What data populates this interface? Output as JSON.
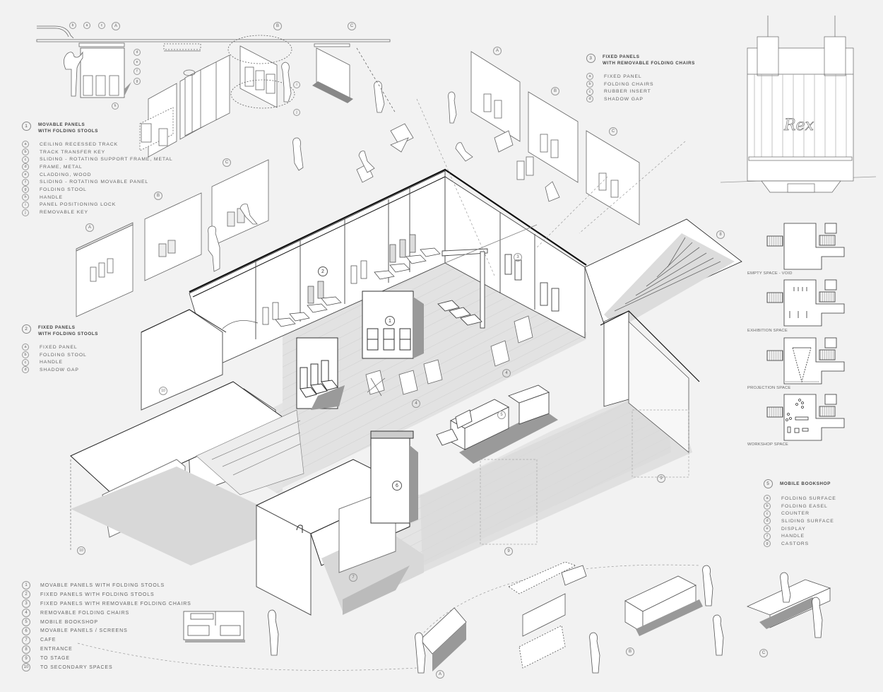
{
  "legend_1": {
    "num": "1",
    "title_line1": "MOVABLE PANELS",
    "title_line2": "WITH FOLDING STOOLS",
    "items": [
      {
        "key": "a",
        "label": "CEILING RECESSED TRACK"
      },
      {
        "key": "b",
        "label": "TRACK TRANSFER KEY"
      },
      {
        "key": "c",
        "label": "SLIDING - ROTATING SUPPORT FRAME, METAL"
      },
      {
        "key": "d",
        "label": "FRAME, METAL"
      },
      {
        "key": "e",
        "label": "CLADDING, WOOD"
      },
      {
        "key": "f",
        "label": "SLIDING - ROTATING MOVABLE PANEL"
      },
      {
        "key": "g",
        "label": "FOLDING STOOL"
      },
      {
        "key": "h",
        "label": "HANDLE"
      },
      {
        "key": "i",
        "label": "PANEL POSITIONING LOCK"
      },
      {
        "key": "j",
        "label": "REMOVABLE KEY"
      }
    ]
  },
  "legend_2": {
    "num": "2",
    "title_line1": "FIXED PANELS",
    "title_line2": "WITH FOLDING STOOLS",
    "items": [
      {
        "key": "a",
        "label": "FIXED PANEL"
      },
      {
        "key": "b",
        "label": "FOLDING STOOL"
      },
      {
        "key": "c",
        "label": "HANDLE"
      },
      {
        "key": "d",
        "label": "SHADOW GAP"
      }
    ]
  },
  "legend_3": {
    "num": "3",
    "title_line1": "FIXED PANELS",
    "title_line2": "WITH REMOVABLE FOLDING CHAIRS",
    "items": [
      {
        "key": "a",
        "label": "FIXED PANEL"
      },
      {
        "key": "b",
        "label": "FOLDING CHAIRS"
      },
      {
        "key": "c",
        "label": "RUBBER INSERT"
      },
      {
        "key": "d",
        "label": "SHADOW GAP"
      }
    ]
  },
  "legend_5": {
    "num": "5",
    "title_line1": "MOBILE BOOKSHOP",
    "items": [
      {
        "key": "a",
        "label": "FOLDING SURFACE"
      },
      {
        "key": "b",
        "label": "FOLDING EASEL"
      },
      {
        "key": "c",
        "label": "COUNTER"
      },
      {
        "key": "d",
        "label": "SLIDING SURFACE"
      },
      {
        "key": "e",
        "label": "DISPLAY"
      },
      {
        "key": "f",
        "label": "HANDLE"
      },
      {
        "key": "g",
        "label": "CASTORS"
      }
    ]
  },
  "key": [
    {
      "num": "1",
      "label": "MOVABLE PANELS WITH FOLDING STOOLS"
    },
    {
      "num": "2",
      "label": "FIXED PANELS WITH FOLDING STOOLS"
    },
    {
      "num": "3",
      "label": "FIXED PANELS WITH REMOVABLE FOLDING CHAIRS"
    },
    {
      "num": "4",
      "label": "REMOVABLE FOLDING CHAIRS"
    },
    {
      "num": "5",
      "label": "MOBILE BOOKSHOP"
    },
    {
      "num": "6",
      "label": "MOVABLE PANELS / SCREENS"
    },
    {
      "num": "7",
      "label": "CAFE"
    },
    {
      "num": "8",
      "label": "ENTRANCE"
    },
    {
      "num": "9",
      "label": "TO STAGE"
    },
    {
      "num": "10",
      "label": "TO SECONDARY SPACES"
    }
  ],
  "plans": [
    {
      "label": "EMPTY SPACE - VOID"
    },
    {
      "label": "EXHIBITION SPACE"
    },
    {
      "label": "PROJECTION SPACE"
    },
    {
      "label": "WORKSHOP SPACE"
    }
  ],
  "elevation": {
    "sign": "Rex"
  },
  "markers": {
    "A": "A",
    "B": "B",
    "C": "C",
    "a": "a",
    "b": "b",
    "c": "c",
    "d": "d",
    "e": "e",
    "f": "f",
    "g": "g",
    "h": "h",
    "i": "i",
    "j": "j",
    "n1": "1",
    "n2": "2",
    "n3": "3",
    "n4": "4",
    "n5": "5",
    "n6": "6",
    "n7": "7",
    "n8": "8",
    "n9": "9",
    "n10": "10"
  }
}
